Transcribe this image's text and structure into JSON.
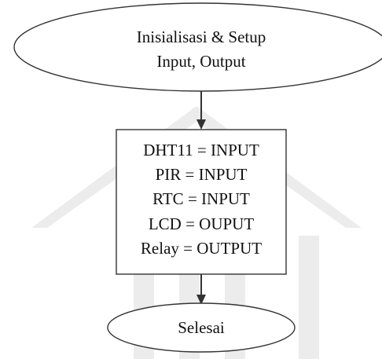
{
  "diagram": {
    "type": "flowchart",
    "start_node": {
      "shape": "ellipse",
      "lines": [
        "Inisialisasi & Setup",
        "Input, Output"
      ]
    },
    "process_node": {
      "shape": "rectangle",
      "lines": [
        "DHT11 = INPUT",
        "PIR = INPUT",
        "RTC = INPUT",
        "LCD = OUPUT",
        "Relay = OUTPUT"
      ]
    },
    "end_node": {
      "shape": "ellipse",
      "lines": [
        "Selesai"
      ]
    },
    "connectors": [
      {
        "from": "start_node",
        "to": "process_node"
      },
      {
        "from": "process_node",
        "to": "end_node"
      }
    ],
    "colors": {
      "stroke": "#333333",
      "text": "#111111",
      "background": "#ffffff",
      "watermark": "#ececec"
    }
  }
}
